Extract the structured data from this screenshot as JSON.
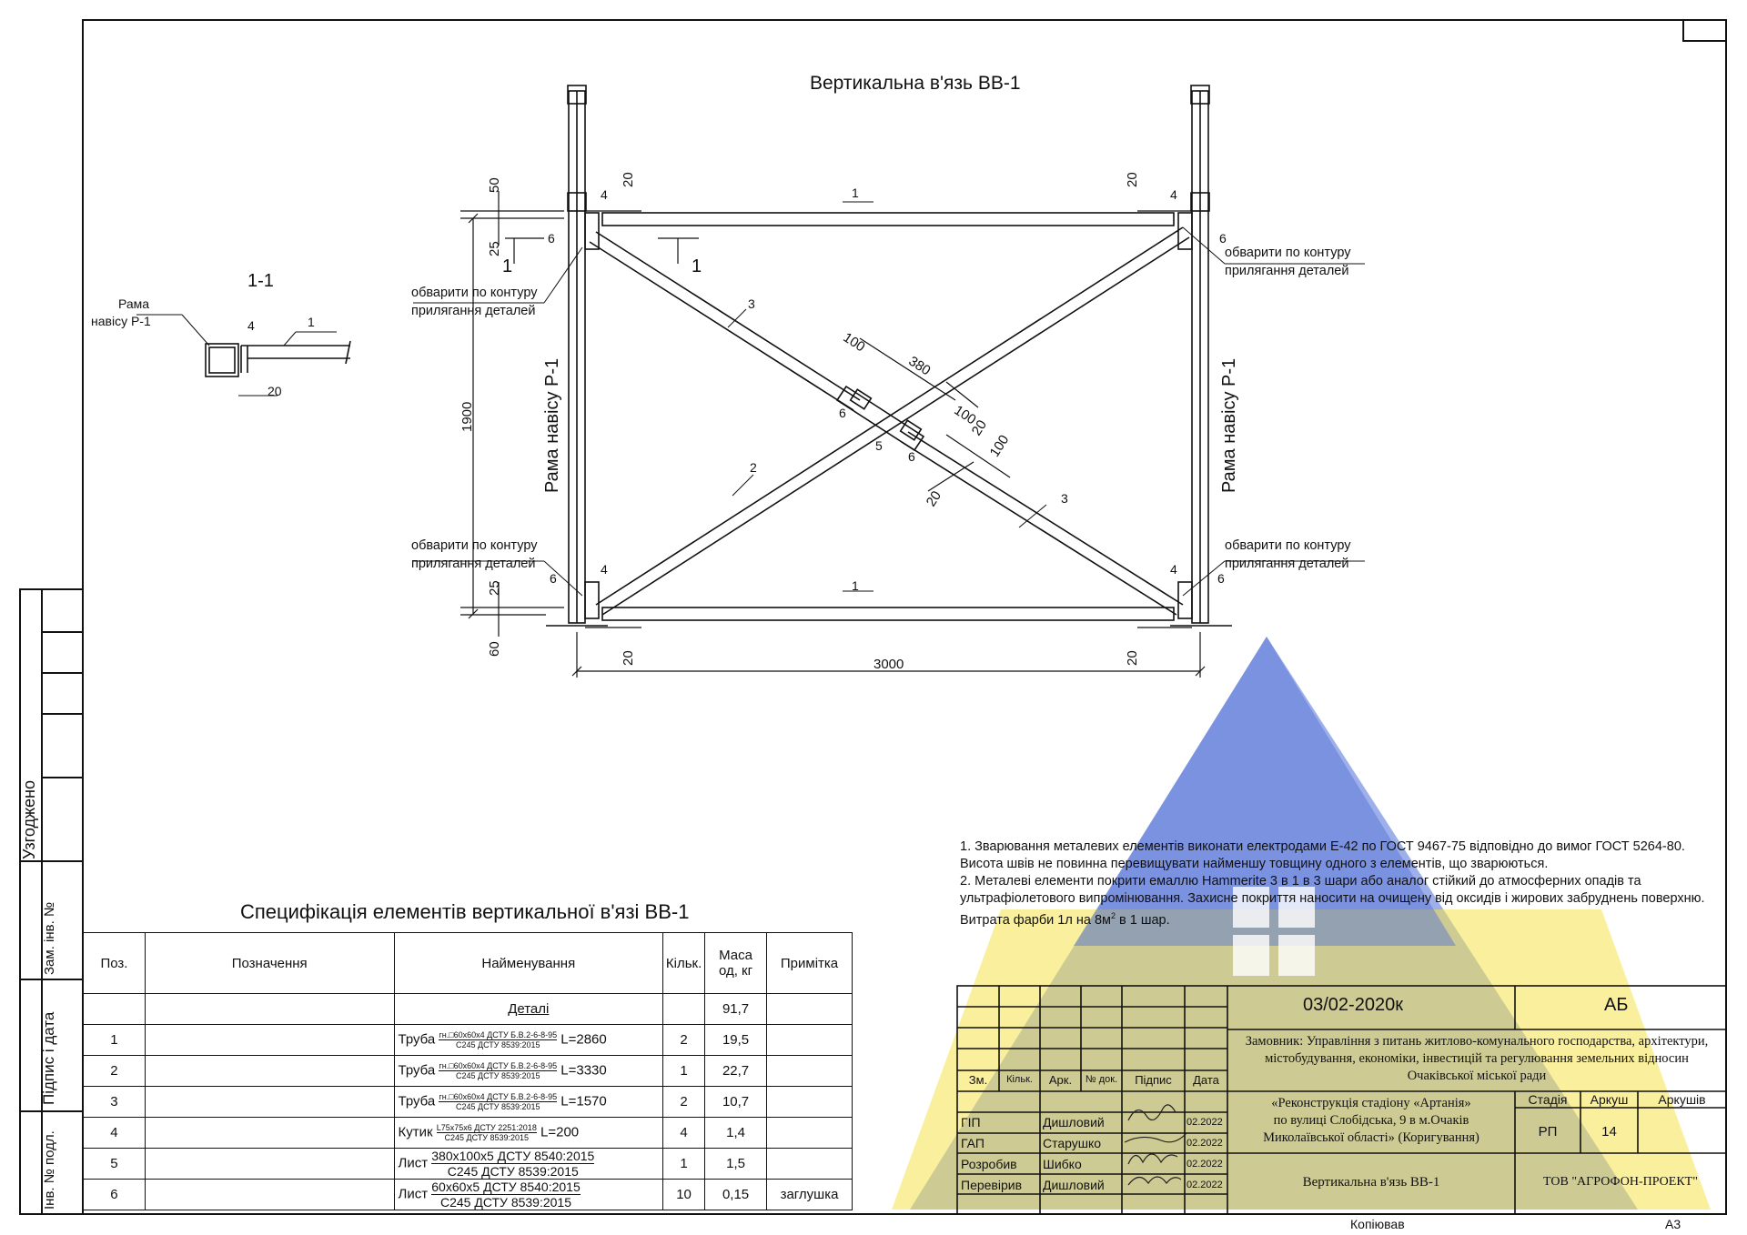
{
  "drawing": {
    "title": "Вертикальна в'язь ВВ-1",
    "section_label": "1-1",
    "frame_label_left": "Рама навісу Р-1",
    "frame_label_right": "Рама навісу Р-1",
    "section_frame_label_line1": "Рама",
    "section_frame_label_line2": "навісу Р-1",
    "weld_note_line1": "обварити по контуру",
    "weld_note_line2": "прилягання деталей",
    "cut_mark": "1",
    "dims": {
      "d50": "50",
      "d25": "25",
      "d1900": "1900",
      "d60": "60",
      "d20": "20",
      "d3000": "3000",
      "d100": "100",
      "d380": "380"
    },
    "position_marks": [
      "1",
      "2",
      "3",
      "4",
      "5",
      "6"
    ]
  },
  "spec": {
    "title": "Специфікація елементів вертикальної в'язі ВВ-1",
    "headers": [
      "Поз.",
      "Позначення",
      "Найменування",
      "Кільк.",
      "Маса од, кг",
      "Примітка"
    ],
    "group_label": "Деталі",
    "group_mass": "91,7",
    "rows": [
      {
        "pos": "1",
        "kind": "Труба",
        "std_top": "гн.□60х60х4 ДСТУ Б.В.2-6-8-95",
        "std_bottom": "С245 ДСТУ 8539:2015",
        "len": "L=2860",
        "qty": "2",
        "mass": "19,5",
        "note": ""
      },
      {
        "pos": "2",
        "kind": "Труба",
        "std_top": "гн.□60х60х4 ДСТУ Б.В.2-6-8-95",
        "std_bottom": "С245 ДСТУ 8539:2015",
        "len": "L=3330",
        "qty": "1",
        "mass": "22,7",
        "note": ""
      },
      {
        "pos": "3",
        "kind": "Труба",
        "std_top": "гн.□60х60х4 ДСТУ Б.В.2-6-8-95",
        "std_bottom": "С245 ДСТУ 8539:2015",
        "len": "L=1570",
        "qty": "2",
        "mass": "10,7",
        "note": ""
      },
      {
        "pos": "4",
        "kind": "Кутик",
        "std_top": "L75x75x6 ДСТУ 2251:2018",
        "std_bottom": "С245 ДСТУ 8539:2015",
        "len": "L=200",
        "qty": "4",
        "mass": "1,4",
        "note": ""
      },
      {
        "pos": "5",
        "kind": "Лист",
        "std_top": "380х100х5 ДСТУ 8540:2015",
        "std_bottom": "С245 ДСТУ 8539:2015",
        "len": "",
        "qty": "1",
        "mass": "1,5",
        "note": ""
      },
      {
        "pos": "6",
        "kind": "Лист",
        "std_top": "60х60х5 ДСТУ 8540:2015",
        "std_bottom": "С245 ДСТУ 8539:2015",
        "len": "",
        "qty": "10",
        "mass": "0,15",
        "note": "заглушка"
      }
    ]
  },
  "notes": {
    "line1": "1. Зварювання металевих елементів виконати електродами Е-42 по ГОСТ 9467-75 відповідно до вимог ГОСТ 5264-80. Висота швів не повинна перевищувати найменшу товщину одного з елементів, що зварюються.",
    "line2_a": "2. Металеві елементи покрити емаллю Hammerite 3 в 1 в 3 шари або аналог стійкий до атмосферних опадів та ультрафіолетового випромінювання. Захисне покриття наносити на очищену від оксидів і жирових забруднень поверхню. Витрата фарби 1л на 8м",
    "line2_sup": "2",
    "line2_b": " в 1 шар."
  },
  "side_stamp": {
    "agreed": "Узгоджено",
    "replace_inv": "Зам. інв. №",
    "sign_date": "Підпис і дата",
    "inv_orig": "Інв. № подл."
  },
  "title_block": {
    "doc_code": "03/02-2020к",
    "section": "АБ",
    "customer": "Замовник: Управління з питань житлово-комунального господарства, архітектури, містобудування, економіки, інвестицій та регулювання земельних відносин Очаківської міської ради",
    "project_line1": "«Реконструкція стадіону «Артанія»",
    "project_line2": "по вулиці Слобідська, 9 в м.Очаків",
    "project_line3": "Миколаївської області» (Коригування)",
    "sheet_name": "Вертикальна в'язь ВВ-1",
    "company": "ТОВ \"АГРОФОН-ПРОЕКТ\"",
    "stage_label": "Стадія",
    "sheet_label": "Аркуш",
    "sheets_label": "Аркушів",
    "stage_value": "РП",
    "sheet_value": "14",
    "sheets_value": "",
    "col_headers": [
      "Зм.",
      "Кільк.",
      "Арк.",
      "№ док.",
      "Підпис",
      "Дата"
    ],
    "staff": [
      {
        "role": "ГІП",
        "name": "Дишловий",
        "date": "02.2022"
      },
      {
        "role": "ГАП",
        "name": "Старушко",
        "date": "02.2022"
      },
      {
        "role": "Розробив",
        "name": "Шибко",
        "date": "02.2022"
      },
      {
        "role": "Перевірив",
        "name": "Дишловий",
        "date": "02.2022"
      }
    ],
    "copied": "Копіював",
    "format": "А3"
  },
  "colors": {
    "ink": "#111111",
    "watermark_blue": "#4f6fd8",
    "watermark_yellow": "#f4e24a"
  }
}
